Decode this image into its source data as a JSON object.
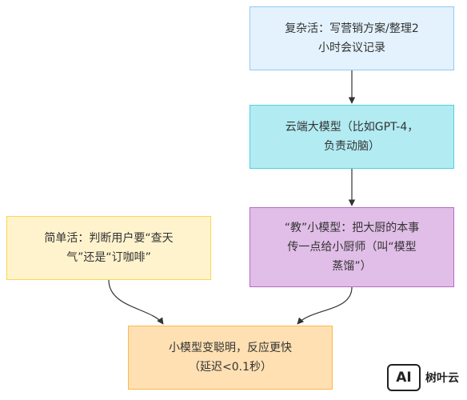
{
  "nodes": {
    "complex": {
      "line1": "复杂活：写营销方案/整理2",
      "line2": "小时会议记录"
    },
    "cloud": {
      "line1": "云端大模型（比如GPT-4，",
      "line2": "负责动脑）"
    },
    "teach": {
      "line1": "“教”小模型：把大厨的本事",
      "line2": "传一点给小厨师（叫“模型",
      "line3": "蒸馏”）"
    },
    "simple": {
      "line1": "简单活：判断用户要“查天",
      "line2": "气”还是“订咖啡”"
    },
    "result": {
      "line1": "小模型变聪明，反应更快",
      "line2": "（延迟<0.1秒）"
    }
  },
  "watermark": {
    "logo": "AI",
    "text": "树叶云"
  },
  "colors": {
    "complex_fill": "#e3f2fd",
    "cloud_fill": "#b2ebf2",
    "teach_fill": "#e1bee7",
    "simple_fill": "#fff3cd",
    "result_fill": "#ffe0b2",
    "edge": "#333333"
  }
}
